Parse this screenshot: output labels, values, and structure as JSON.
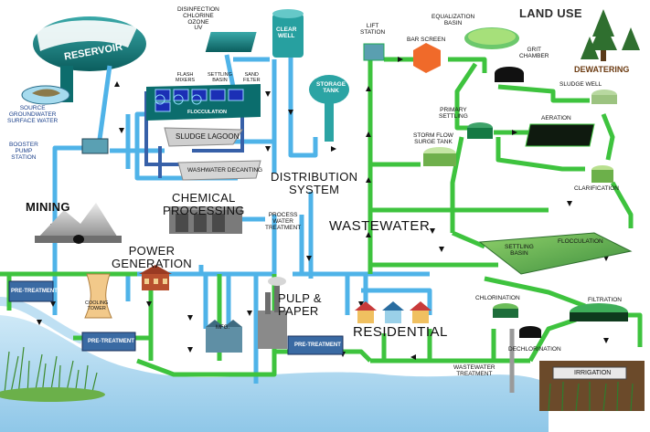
{
  "title_land_use": "LAND USE",
  "dewatering": "DEWATERING",
  "reservoir": "RESERVOIR",
  "source": [
    "SOURCE",
    "GROUNDWATER",
    "SURFACE WATER"
  ],
  "booster": [
    "BOOSTER",
    "PUMP",
    "STATION"
  ],
  "disinfection": [
    "DISINFECTION",
    "CHLORINE",
    "OZONE",
    "UV"
  ],
  "clear_well": [
    "CLEAR",
    "WELL"
  ],
  "flash_mixers": [
    "FLASH",
    "MIXERS"
  ],
  "settling_basin_top": [
    "SETTLING",
    "BASIN"
  ],
  "sand_filter": [
    "SAND",
    "FILTER"
  ],
  "flocculation_top": "FLOCCULATION",
  "sludge_lagoon": "SLUDGE LAGOON",
  "washwater": "WASHWATER DECANTING",
  "storage_tank": [
    "STORAGE",
    "TANK"
  ],
  "distribution": [
    "DISTRIBUTION",
    "SYSTEM"
  ],
  "lift_station": [
    "LIFT",
    "STATION"
  ],
  "bar_screen": "BAR SCREEN",
  "equalization": [
    "EQUALIZATION",
    "BASIN"
  ],
  "grit_chamber": [
    "GRIT",
    "CHAMBER"
  ],
  "sludge_well": "SLUDGE WELL",
  "primary_settling": [
    "PRIMARY",
    "SETTLING"
  ],
  "aeration": "AERATION",
  "storm_flow": [
    "STORM FLOW",
    "SURGE TANK"
  ],
  "clarification": "CLARIFICATION",
  "wastewater": "WASTEWATER",
  "chemical_processing": [
    "CHEMICAL",
    "PROCESSING"
  ],
  "process_water": [
    "PROCESS",
    "WATER",
    "TREATMENT"
  ],
  "mining": "MINING",
  "power_generation": [
    "POWER",
    "GENERATION"
  ],
  "pre_treatment": "PRE-TREATMENT",
  "cooling_tower": [
    "COOLING",
    "TOWER"
  ],
  "mfg": "MFG.",
  "pulp_paper": [
    "PULP &",
    "PAPER"
  ],
  "residential": "RESIDENTIAL",
  "settling_basin_low": [
    "SETTLING",
    "BASIN"
  ],
  "flocculation_low": "FLOCCULATION",
  "chlorination": "CHLORINATION",
  "filtration": "FILTRATION",
  "dechlorination": "DECHLORINATION",
  "wastewater_treatment": [
    "WASTEWATER",
    "TREATMENT"
  ],
  "irrigation": "IRRIGATION",
  "colors": {
    "treated_water": "#4fb3e8",
    "wastewater": "#3ec33e",
    "flow_arrows": "#111111",
    "facility_dark": "#0d4f4f"
  }
}
